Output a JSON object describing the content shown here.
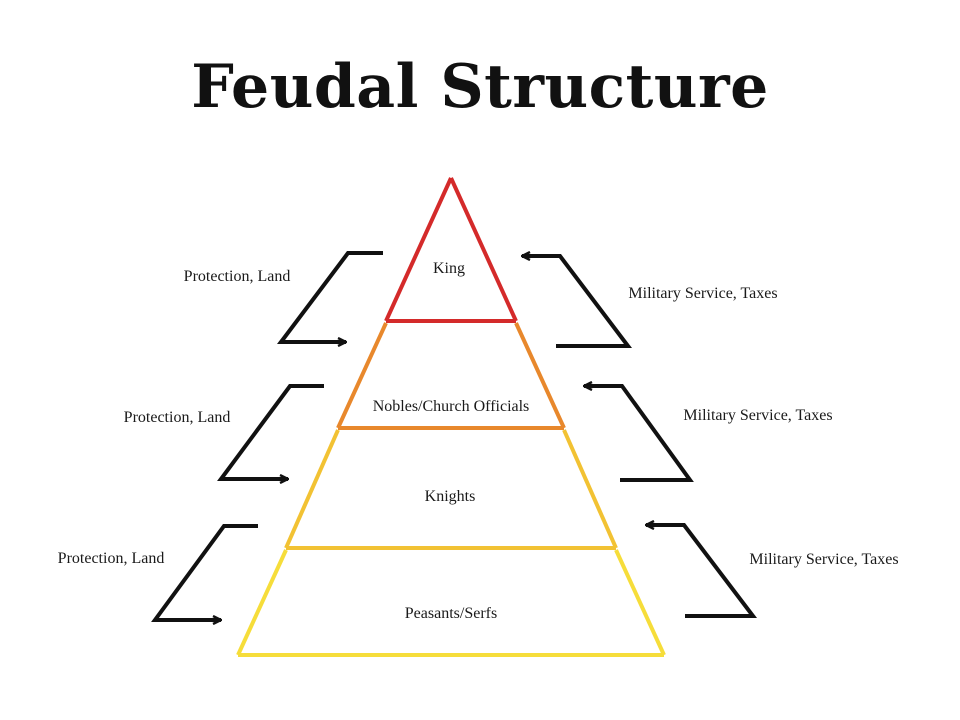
{
  "title": "Feudal Structure",
  "tiers": [
    {
      "label": "King",
      "color": "#d42a2a"
    },
    {
      "label": "Nobles/Church Officials",
      "color": "#e8882c"
    },
    {
      "label": "Knights",
      "color": "#f2c233"
    },
    {
      "label": "Peasants/Serfs",
      "color": "#f6dd3a"
    }
  ],
  "left_labels": [
    "Protection, Land",
    "Protection, Land",
    "Protection, Land"
  ],
  "right_labels": [
    "Military Service, Taxes",
    "Military Service, Taxes",
    "Military Service, Taxes"
  ],
  "colors": {
    "arrow": "#111111",
    "background": "#ffffff"
  }
}
